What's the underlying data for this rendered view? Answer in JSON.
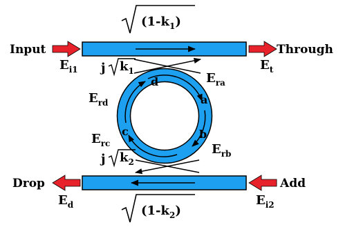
{
  "colors": {
    "waveguide": "#1ea0f0",
    "outline": "#000000",
    "port_arrow": "#e8222b"
  },
  "ports": {
    "input": "Input",
    "through": "Through",
    "drop": "Drop",
    "add": "Add"
  },
  "fields": {
    "ei1": {
      "base": "E",
      "sub": "i1"
    },
    "et": {
      "base": "E",
      "sub": "t"
    },
    "ed": {
      "base": "E",
      "sub": "d"
    },
    "ei2": {
      "base": "E",
      "sub": "i2"
    },
    "era": {
      "base": "E",
      "sub": "ra"
    },
    "erb": {
      "base": "E",
      "sub": "rb"
    },
    "erc": {
      "base": "E",
      "sub": "rc"
    },
    "erd": {
      "base": "E",
      "sub": "rd"
    }
  },
  "ring_points": {
    "a": "a",
    "b": "b",
    "c": "c",
    "d": "d"
  },
  "coefficients": {
    "top_transmission": {
      "open": "(1-k",
      "sub": "1",
      "close": ")"
    },
    "bottom_transmission": {
      "open": "(1-k",
      "sub": "2",
      "close": ")"
    },
    "coupling1": {
      "prefix": "j",
      "k": "k",
      "sub": "1"
    },
    "coupling2": {
      "prefix": "j",
      "k": "k",
      "sub": "2"
    }
  }
}
